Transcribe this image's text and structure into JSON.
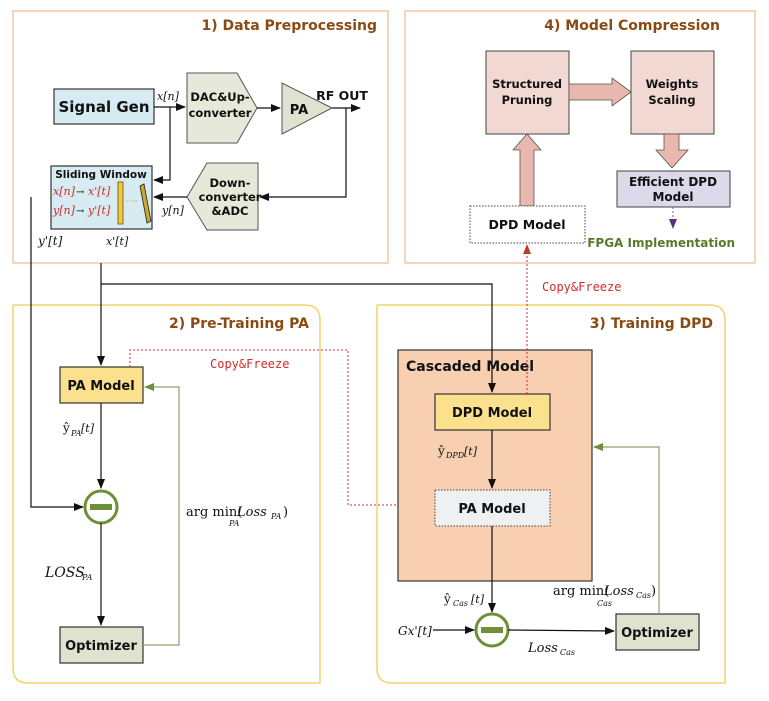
{
  "colors": {
    "section_title": "#8a4a12",
    "section1_border": "#f0c9a8",
    "section4_border": "#f0c9a8",
    "section2_border": "#f2d36b",
    "section3_border": "#f2d36b",
    "signal_gen_fill": "#d7ebf2",
    "converter_fill": "#e6e8d9",
    "pa_model_fill": "#fbe08e",
    "cascaded_fill": "#f8cfb0",
    "compression_fill": "#f2d8d2",
    "arrow_fill": "#e8b7ad",
    "efficient_fill": "#dcd9ea",
    "optimizer_fill": "#dfe2cf",
    "subtract_ring": "#6e8f38",
    "feedback_line": "#8ea36a",
    "copy_freeze": "#d42a2a",
    "fpga_text": "#5a7a2a"
  },
  "sections": {
    "data_preprocessing": {
      "title": "1)  Data Preprocessing",
      "signal_gen": "Signal Gen",
      "dac": [
        "DAC&Up-",
        "converter"
      ],
      "pa": "PA",
      "rf_out": "RF OUT",
      "downconverter": [
        "Down-",
        "converter",
        "&ADC"
      ],
      "sliding_window": {
        "title": "Sliding Window",
        "row1_in": "x[n]",
        "row1_out": "x'[t]",
        "row2_in": "y[n]",
        "row2_out": "y'[t]"
      },
      "labels": {
        "xn": "x[n]",
        "yn": "y[n]",
        "y_prime_t": "y'[t]",
        "x_prime_t": "x'[t]"
      }
    },
    "pre_training_pa": {
      "title": "2)  Pre-Training PA",
      "pa_model": "PA Model",
      "y_pa": "ŷ",
      "y_pa_sub": "PA",
      "y_pa_t": "[t]",
      "loss": "LOSS",
      "loss_sub": "PA",
      "argmin": "arg min(",
      "argmin_loss": "Loss",
      "argmin_loss_sub": "PA",
      "argmin_close": ")",
      "argmin_under": "PA",
      "optimizer": "Optimizer",
      "copy_freeze": "Copy&Freeze"
    },
    "training_dpd": {
      "title": "3)  Training DPD",
      "cascaded": "Cascaded  Model",
      "dpd_model": "DPD Model",
      "pa_model": "PA Model",
      "y_dpd": "ŷ",
      "y_dpd_sub": "DPD",
      "y_dpd_t": "[t]",
      "y_cas": "ŷ",
      "y_cas_sub": "Cas",
      "y_cas_t": "[t]",
      "gx": "Gx'[t]",
      "loss": "Loss",
      "loss_sub": "Cas",
      "argmin": "arg min(",
      "argmin_loss": "Loss",
      "argmin_loss_sub": "Cas",
      "argmin_close": ")",
      "argmin_under": "Cas",
      "optimizer": "Optimizer",
      "copy_freeze": "Copy&Freeze"
    },
    "model_compression": {
      "title": "4)  Model Compression",
      "structured_pruning": [
        "Structured",
        "Pruning"
      ],
      "weights_scaling": [
        "Weights",
        "Scaling"
      ],
      "efficient": [
        "Efficient DPD",
        "Model"
      ],
      "dpd_model": "DPD Model",
      "fpga": "FPGA Implementation"
    }
  }
}
